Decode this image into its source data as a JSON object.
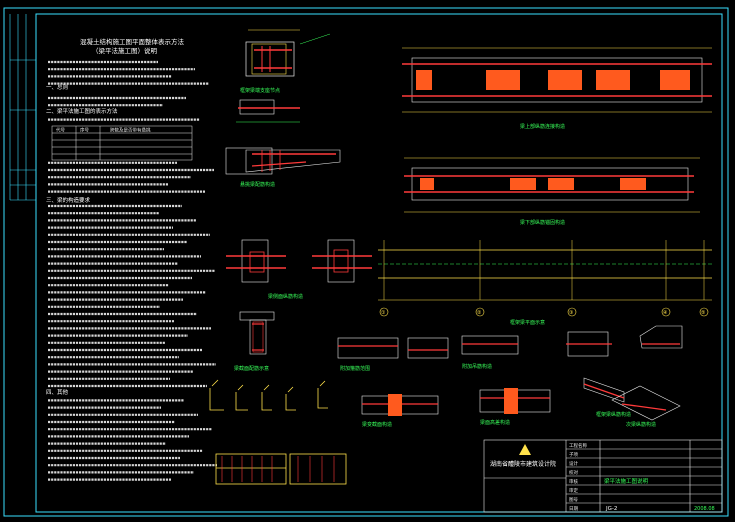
{
  "notes": {
    "title_line1": "混凝土结构施工图平面整体表示方法",
    "title_line2": "（梁平法施工图）说明",
    "sections": [
      "一、总则",
      "二、梁平法施工图的表示方法",
      "三、梁的构造要求",
      "四、其他"
    ],
    "table_header": [
      "代号",
      "序号",
      "跨数及是否带有悬挑"
    ]
  },
  "detail_labels": [
    "梁上部纵筋连接构造",
    "梁下部纵筋锚固构造",
    "框架梁端支座节点",
    "悬挑梁配筋构造",
    "梁侧面纵筋构造",
    "梁截面配筋示意",
    "附加箍筋范围",
    "附加吊筋构造",
    "梁变截面构造",
    "梁面高差构造",
    "框架梁纵筋构造",
    "次梁纵筋构造",
    "框架梁平面示意"
  ],
  "axis_labels": [
    "①",
    "②",
    "③",
    "④",
    "⑤"
  ],
  "title_block": {
    "company": "湖南省醴陵市建筑设计院",
    "drawing_name": "梁平法施工图说明",
    "sheet_no": "JG-2",
    "date": "2008.08",
    "rows": [
      "工程名称",
      "子项",
      "设计",
      "校对",
      "审核",
      "审定",
      "图号",
      "日期"
    ]
  },
  "colors": {
    "background": "#000000",
    "frame": "#3ae0ff",
    "text": "#e8e8e8",
    "rebar": "#ff3a3a",
    "annotation": "#38ff5a",
    "dimension": "#ffe14a",
    "fill": "#ff5a1e"
  }
}
